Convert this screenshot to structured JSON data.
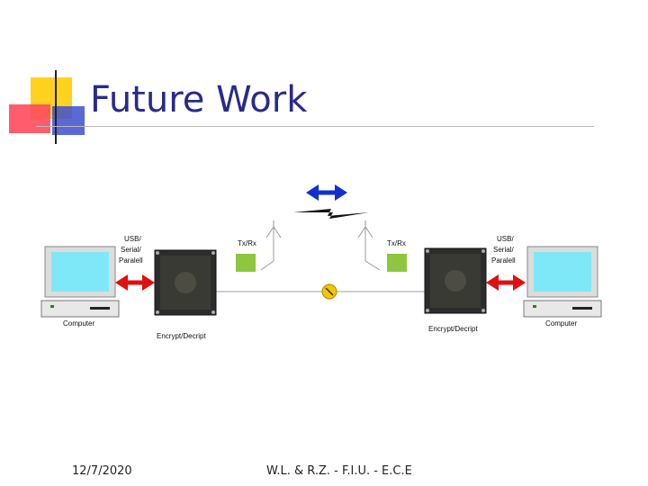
{
  "slide": {
    "title": "Future Work",
    "footer_date": "12/7/2020",
    "footer_center": "W.L. & R.Z. - F.I.U. - E.C.E"
  },
  "diagram": {
    "left_computer_label": "Computer",
    "right_computer_label": "Computer",
    "left_interface_label": [
      "USB/",
      "Serial/",
      "Paralell"
    ],
    "right_interface_label": [
      "USB/",
      "Serial/",
      "Paralell"
    ],
    "left_chip_label": "Encrypt/Decript",
    "right_chip_label": "Encrypt/Decript",
    "left_radio_label": "Tx/Rx",
    "right_radio_label": "Tx/Rx"
  },
  "colors": {
    "title": "#2a2a8a",
    "red_arrow": "#e01010",
    "blue_arrow": "#1030d0",
    "radio_module": "#8ec63f",
    "screen": "#7ee8f8"
  },
  "icons": {
    "logo_blocks": "decorative-squares",
    "lightning": "lightning-icon",
    "antenna": "antenna-icon",
    "lock": "lock-icon"
  }
}
